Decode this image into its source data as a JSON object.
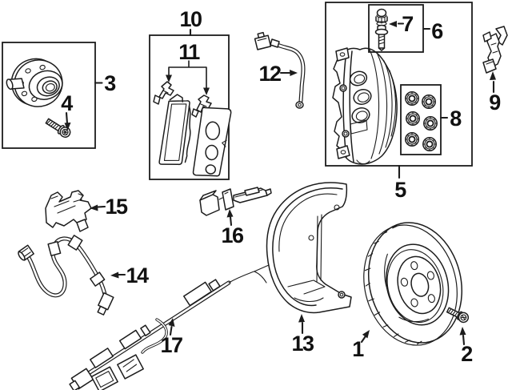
{
  "diagram": {
    "background_color": "#ffffff",
    "line_color": "#1c1c1c",
    "label_color": "#111111",
    "callouts": [
      {
        "label": "1",
        "part": "brake-rotor"
      },
      {
        "label": "2",
        "part": "rotor-set-screw"
      },
      {
        "label": "3",
        "part": "wheel-hub-bearing"
      },
      {
        "label": "4",
        "part": "hub-bolt"
      },
      {
        "label": "5",
        "part": "brake-caliper"
      },
      {
        "label": "6",
        "part": "caliper-hardware-kit"
      },
      {
        "label": "7",
        "part": "bleeder-screw-cap"
      },
      {
        "label": "8",
        "part": "piston-seal-kit"
      },
      {
        "label": "9",
        "part": "hose-bracket"
      },
      {
        "label": "10",
        "part": "brake-pad-set"
      },
      {
        "label": "11",
        "part": "pad-retainer-clips"
      },
      {
        "label": "12",
        "part": "wear-sensor-wire"
      },
      {
        "label": "13",
        "part": "splash-shield"
      },
      {
        "label": "14",
        "part": "brake-hose"
      },
      {
        "label": "15",
        "part": "mounting-bracket"
      },
      {
        "label": "16",
        "part": "speed-sensor"
      },
      {
        "label": "17",
        "part": "abs-wire-harness"
      }
    ]
  }
}
